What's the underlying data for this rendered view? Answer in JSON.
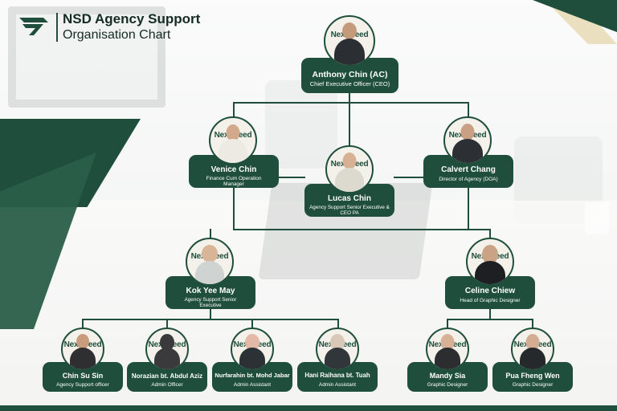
{
  "header": {
    "title": "NSD Agency Support",
    "subtitle": "Organisation Chart"
  },
  "brand_mark": "NexSpeed",
  "colors": {
    "primary": "#1f4f3c",
    "text_dark": "#152b22",
    "card_text": "#ffffff",
    "accent_beige": "#e8dcb7"
  },
  "people": {
    "ceo": {
      "name": "Anthony Chin (AC)",
      "role": "Chief Executive Officer (CEO)"
    },
    "finance": {
      "name": "Venice Chin",
      "role": "Finance Cum Operation Manager"
    },
    "doa": {
      "name": "Calvert Chang",
      "role": "Director of Agency (DOA)"
    },
    "ceo_pa": {
      "name": "Lucas Chin",
      "role": "Agency Support Senior Executive & CEO PA"
    },
    "agency_exec": {
      "name": "Kok Yee May",
      "role": "Agency Support Senior Executive"
    },
    "graphic_head": {
      "name": "Celine Chiew",
      "role": "Head of Graphic Designer"
    },
    "support_officer": {
      "name": "Chin Su Sin",
      "role": "Agency Support officer"
    },
    "admin_officer": {
      "name": "Norazian bt. Abdul Aziz",
      "role": "Admin Officer"
    },
    "admin_asst1": {
      "name": "Nurfarahin bt. Mohd Jabar",
      "role": "Admin Assistant"
    },
    "admin_asst2": {
      "name": "Hani Raihana bt. Tuah",
      "role": "Admin Assistant"
    },
    "designer1": {
      "name": "Mandy Sia",
      "role": "Graphic Designer"
    },
    "designer2": {
      "name": "Pua Fheng Wen",
      "role": "Graphic Designer"
    }
  }
}
